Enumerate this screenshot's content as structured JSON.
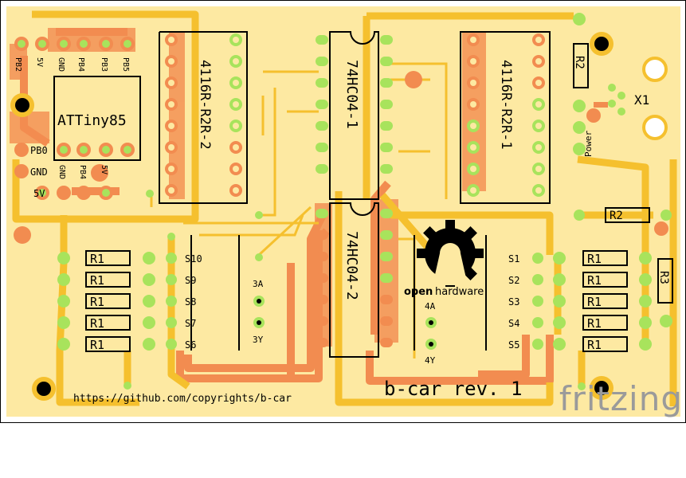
{
  "board": {
    "url": "https://github.com/copyrights/b-car",
    "revision": "b-car rev. 1",
    "chips": [
      "74HC04-1",
      "74HC04-2"
    ],
    "resistor_arrays": [
      "4116R-R2R-2",
      "4116R-R2R-1"
    ],
    "mcu": "ATTiny85",
    "connector": "X1",
    "power_label": "Power",
    "resistor_left": [
      "R1",
      "R1",
      "R1",
      "R1",
      "R1"
    ],
    "resistor_right": [
      "R1",
      "R1",
      "R1",
      "R1",
      "R1"
    ],
    "r2_top": "R2",
    "r2_mid": "R2",
    "r3": "R3",
    "left_switch_labels": [
      "S10",
      "S9",
      "S8",
      "S7",
      "S6"
    ],
    "right_switch_labels": [
      "S1",
      "S2",
      "S3",
      "S4",
      "S5"
    ],
    "header_top_labels": [
      "PB2",
      "5V",
      "GND",
      "PB4",
      "PB3",
      "PB5"
    ],
    "header_mid_labels": [
      "PB0",
      "GND",
      "GND",
      "PB4",
      "5V"
    ],
    "header_bottom_label": "5V",
    "gate3_labels": [
      "3A",
      "3Y"
    ],
    "gate4_labels": [
      "4A",
      "4Y"
    ],
    "oshw_text_bold": "open",
    "oshw_text": "hardware"
  },
  "app": {
    "brand": "fritzing"
  },
  "colors": {
    "board": "#fde9a2",
    "trace": "#f5c02e",
    "copper_top": "#f28c50",
    "pad": "#a8e35c",
    "silkscreen": "#000000"
  }
}
